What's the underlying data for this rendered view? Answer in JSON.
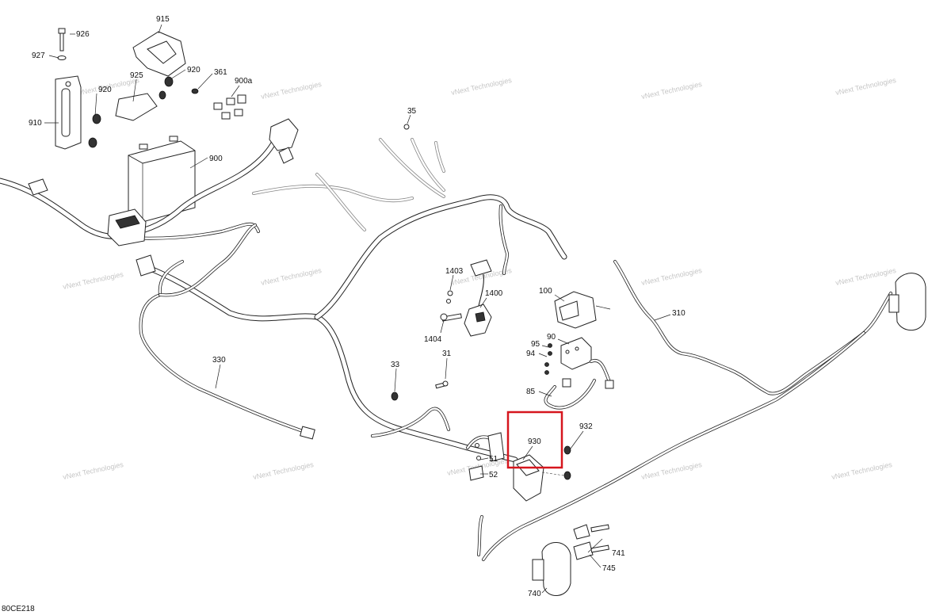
{
  "diagram": {
    "code": "80CE218",
    "watermark": "vNext Technologies",
    "highlight_color": "#d6161e",
    "highlighted_part": "930",
    "callouts": [
      {
        "id": "926",
        "label": "926"
      },
      {
        "id": "927",
        "label": "927"
      },
      {
        "id": "915",
        "label": "915"
      },
      {
        "id": "920a",
        "label": "920"
      },
      {
        "id": "920b",
        "label": "920"
      },
      {
        "id": "925",
        "label": "925"
      },
      {
        "id": "910",
        "label": "910"
      },
      {
        "id": "361",
        "label": "361"
      },
      {
        "id": "900a",
        "label": "900a"
      },
      {
        "id": "900",
        "label": "900"
      },
      {
        "id": "35",
        "label": "35"
      },
      {
        "id": "1403",
        "label": "1403"
      },
      {
        "id": "1400",
        "label": "1400"
      },
      {
        "id": "1404",
        "label": "1404"
      },
      {
        "id": "100",
        "label": "100"
      },
      {
        "id": "90",
        "label": "90"
      },
      {
        "id": "95",
        "label": "95"
      },
      {
        "id": "94",
        "label": "94"
      },
      {
        "id": "85",
        "label": "85"
      },
      {
        "id": "31",
        "label": "31"
      },
      {
        "id": "33",
        "label": "33"
      },
      {
        "id": "330",
        "label": "330"
      },
      {
        "id": "310",
        "label": "310"
      },
      {
        "id": "930",
        "label": "930"
      },
      {
        "id": "932",
        "label": "932"
      },
      {
        "id": "51",
        "label": "51"
      },
      {
        "id": "52",
        "label": "52"
      },
      {
        "id": "741",
        "label": "741"
      },
      {
        "id": "745",
        "label": "745"
      },
      {
        "id": "740",
        "label": "740"
      }
    ]
  }
}
